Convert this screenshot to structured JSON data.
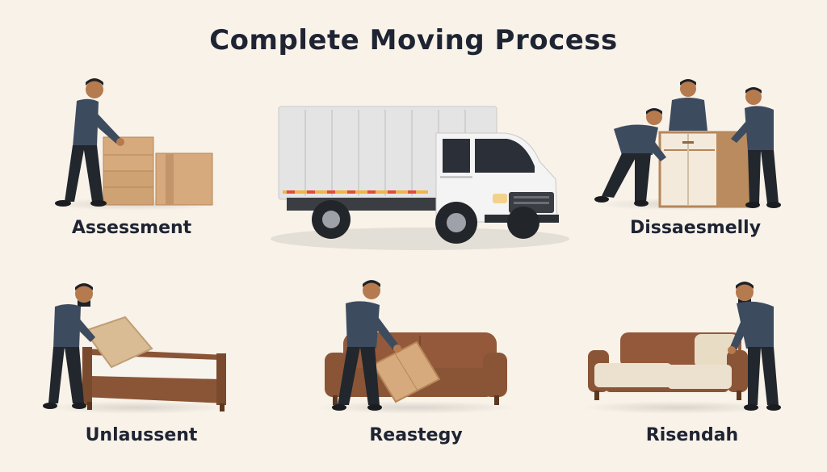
{
  "title": "Complete Moving Process",
  "steps": [
    {
      "label": "Assessment",
      "icon": "worker-with-boxes-icon"
    },
    {
      "label": "Dissaesmelly",
      "icon": "workers-moving-cabinet-icon"
    },
    {
      "label": "Unlaussent",
      "icon": "worker-placing-mattress-icon"
    },
    {
      "label": "Reastegy",
      "icon": "worker-carrying-box-by-sofa-icon"
    },
    {
      "label": "Risendah",
      "icon": "worker-arranging-sofa-icon"
    }
  ],
  "center_icon": "moving-truck-icon",
  "colors": {
    "background": "#f8f2e9",
    "text": "#1f2433",
    "shirt": "#3d4b5e",
    "pants": "#22262d",
    "skin": "#b57a4e",
    "box": "#d2a67a",
    "sofa": "#8a5536",
    "truck_body": "#e7e7e7"
  }
}
